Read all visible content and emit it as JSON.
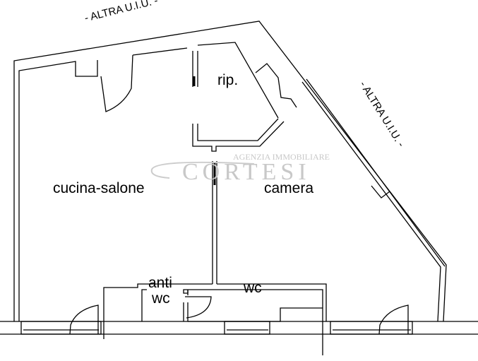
{
  "rooms": {
    "rip": "rip.",
    "cucina_salone": "cucina-salone",
    "camera": "camera",
    "anti_wc_line1": "anti",
    "anti_wc_line2": "wc",
    "wc": "wc"
  },
  "annotations": {
    "top": "- ALTRA U.I.U. -",
    "right": "- ALTRA U.I.U. -"
  },
  "watermark": {
    "line1": "AGENZIA IMMOBILIARE",
    "line2": "CORTESI"
  }
}
